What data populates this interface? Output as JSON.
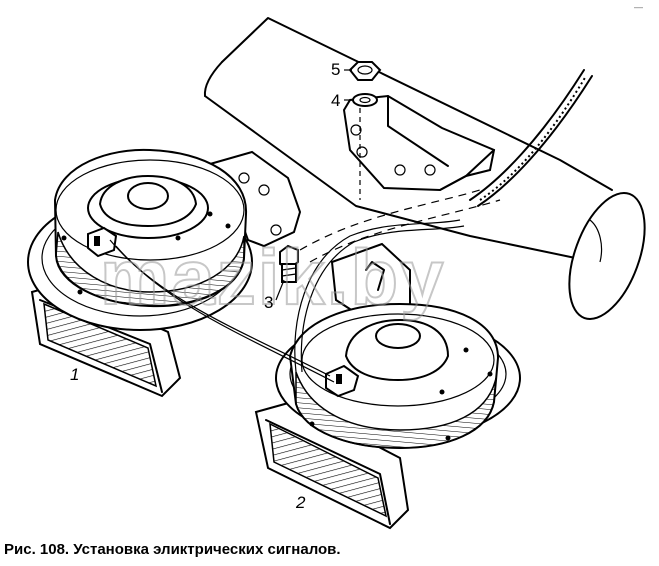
{
  "figure": {
    "caption": "Рис. 108. Установка эликтрических сигналов.",
    "watermark": "mazik.by",
    "corner_mark": "—",
    "callouts": {
      "c1": "1",
      "c2": "2",
      "c3": "3",
      "c4": "4",
      "c5": "5"
    }
  }
}
